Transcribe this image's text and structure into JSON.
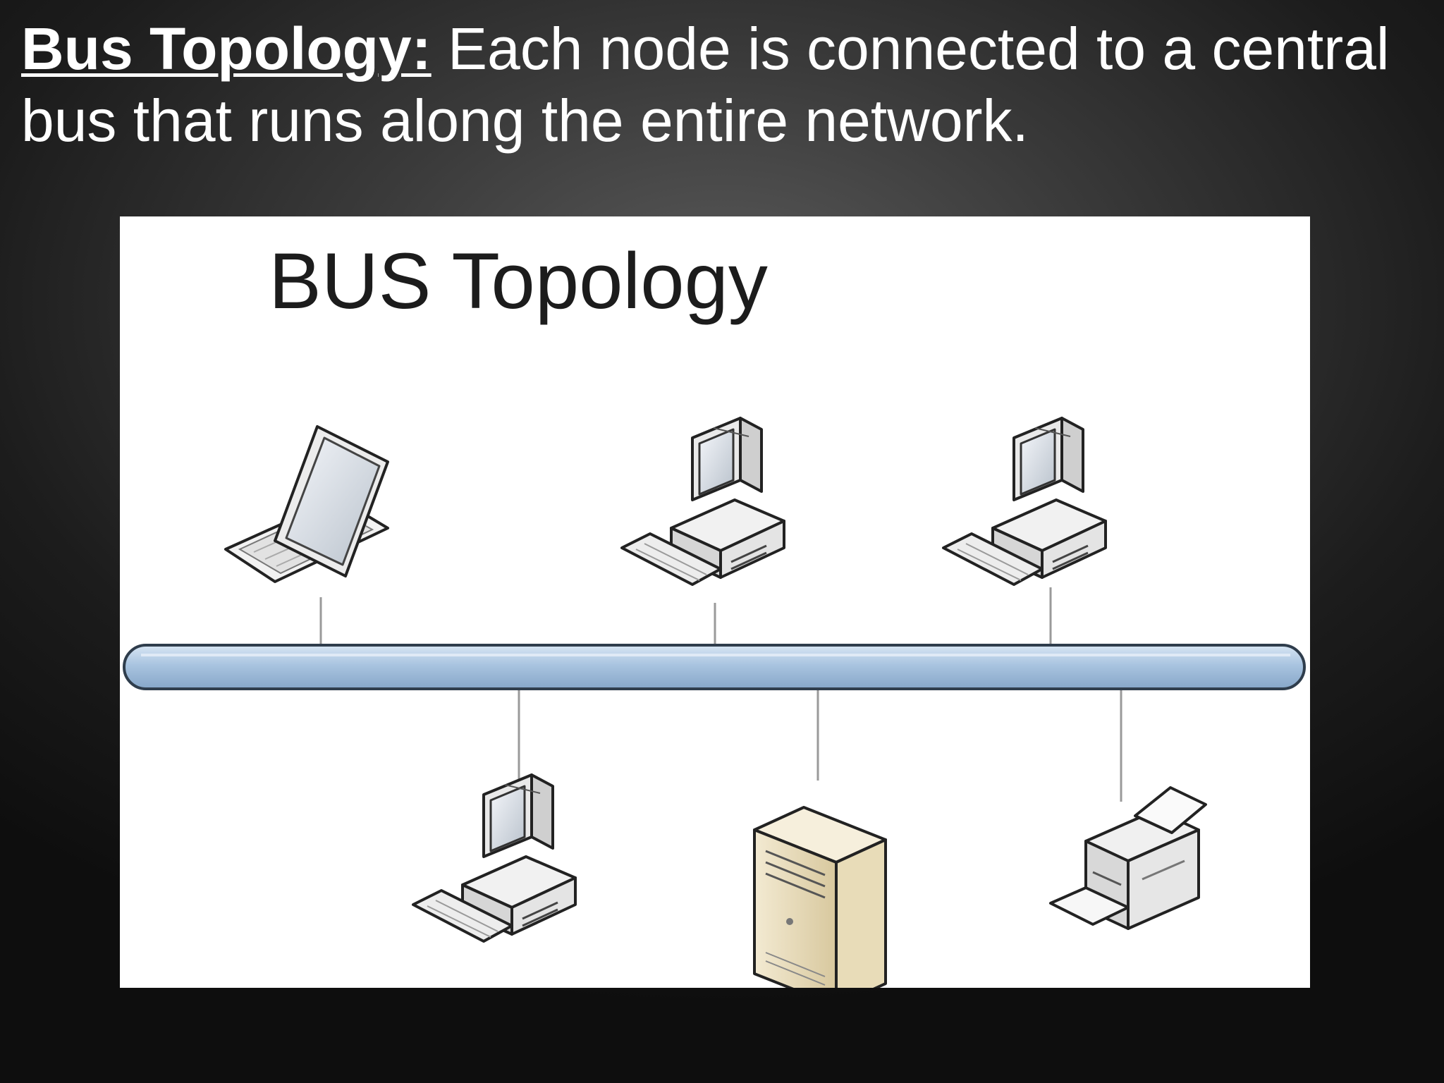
{
  "slide": {
    "heading_term": "Bus Topology:",
    "heading_text": " Each node is connected to a central bus that runs along the entire network."
  },
  "diagram": {
    "title": "BUS Topology",
    "bus_color": "#a9c4e0",
    "bus_outline_color": "#2f3d4c",
    "nodes_above_bus": [
      "laptop-icon",
      "workstation-icon",
      "workstation-icon"
    ],
    "nodes_below_bus": [
      "workstation-icon",
      "server-tower-icon",
      "printer-icon"
    ]
  }
}
